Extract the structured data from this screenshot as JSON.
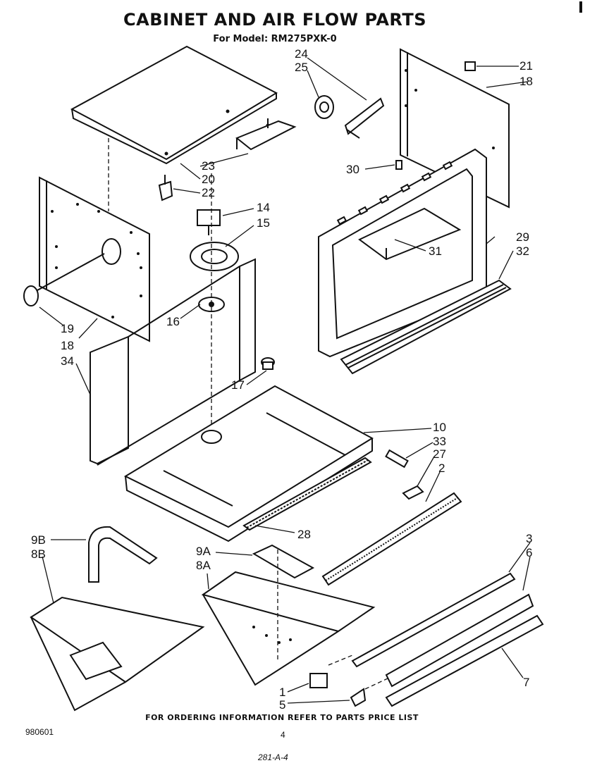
{
  "header": {
    "title": "CABINET AND AIR FLOW PARTS",
    "model_line": "For Model: RM275PXK-0"
  },
  "parts": {
    "p24": "24",
    "p25": "25",
    "p21": "21",
    "p18a": "18",
    "p23": "23",
    "p20": "20",
    "p22": "22",
    "p30": "30",
    "p14": "14",
    "p15": "15",
    "p29": "29",
    "p32": "32",
    "p31": "31",
    "p16": "16",
    "p19": "19",
    "p18b": "18",
    "p34": "34",
    "p17": "17",
    "p10": "10",
    "p33": "33",
    "p27": "27",
    "p2": "2",
    "p28": "28",
    "p9b": "9B",
    "p8b": "8B",
    "p9a": "9A",
    "p8a": "8A",
    "p3": "3",
    "p6": "6",
    "p7": "7",
    "p1": "1",
    "p5": "5"
  },
  "footer": {
    "note": "FOR ORDERING INFORMATION REFER TO PARTS PRICE LIST",
    "doc_number": "980601",
    "page_number": "4",
    "handwritten": "281-A-4"
  }
}
